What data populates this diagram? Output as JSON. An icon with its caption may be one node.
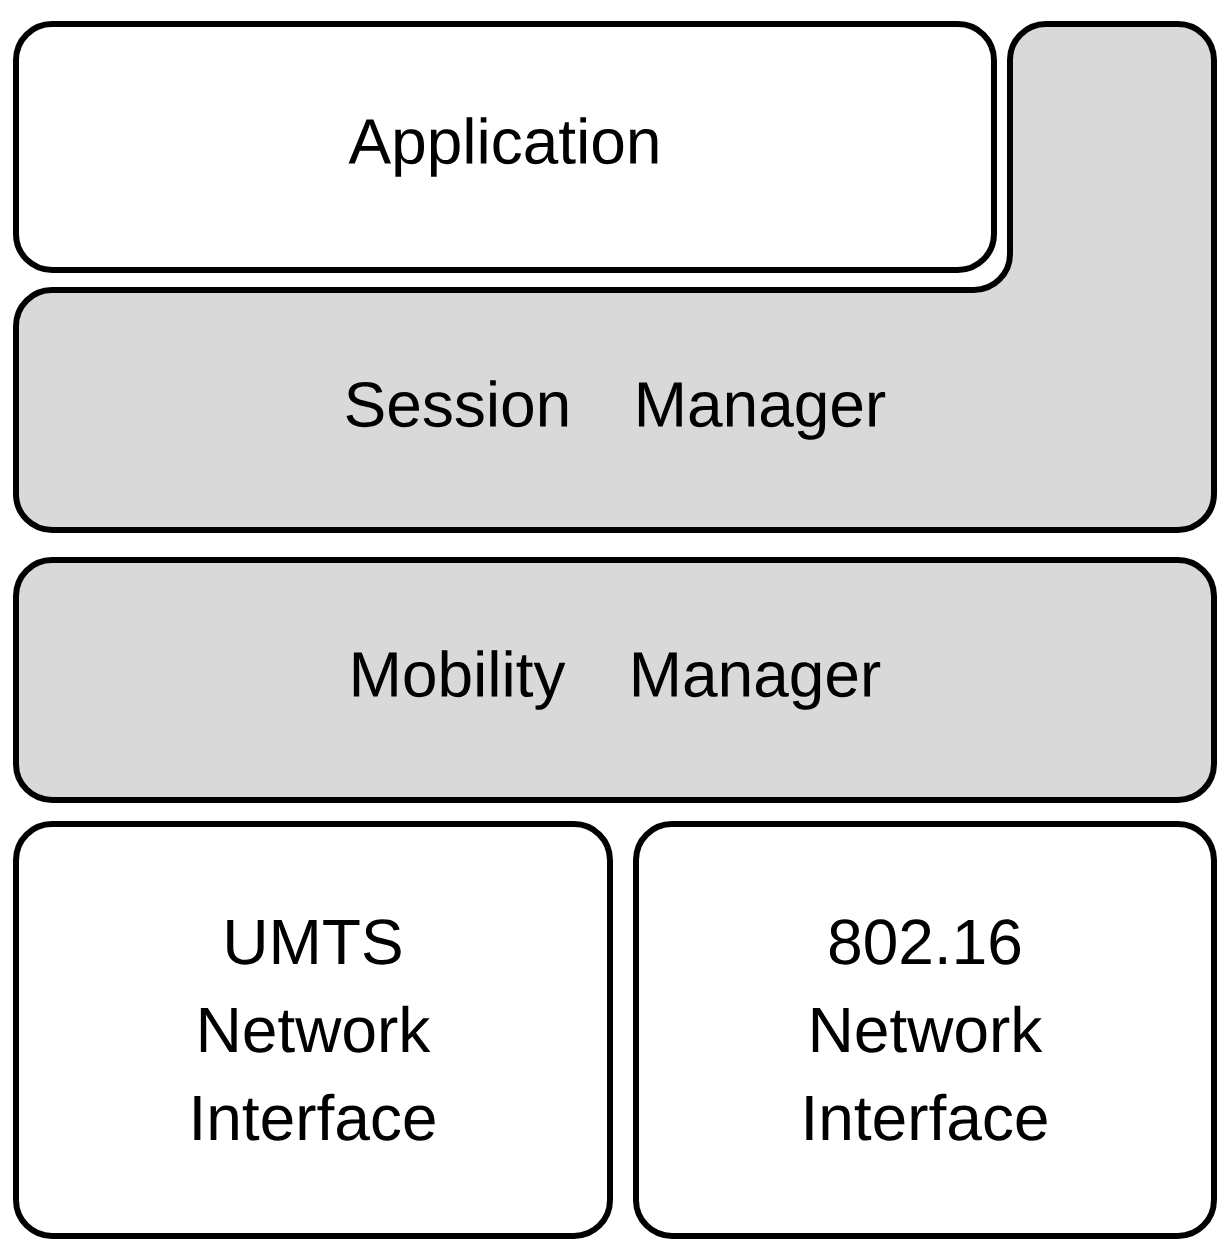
{
  "diagram": {
    "nodes": [
      {
        "text": [
          "Application"
        ]
      },
      {
        "text": [
          "Session Manager"
        ]
      },
      {
        "text": [
          "Mobility Manager"
        ]
      },
      {
        "text": [
          "UMTS Network Interface"
        ]
      },
      {
        "text": [
          "802.16 Network Interface"
        ]
      }
    ]
  }
}
